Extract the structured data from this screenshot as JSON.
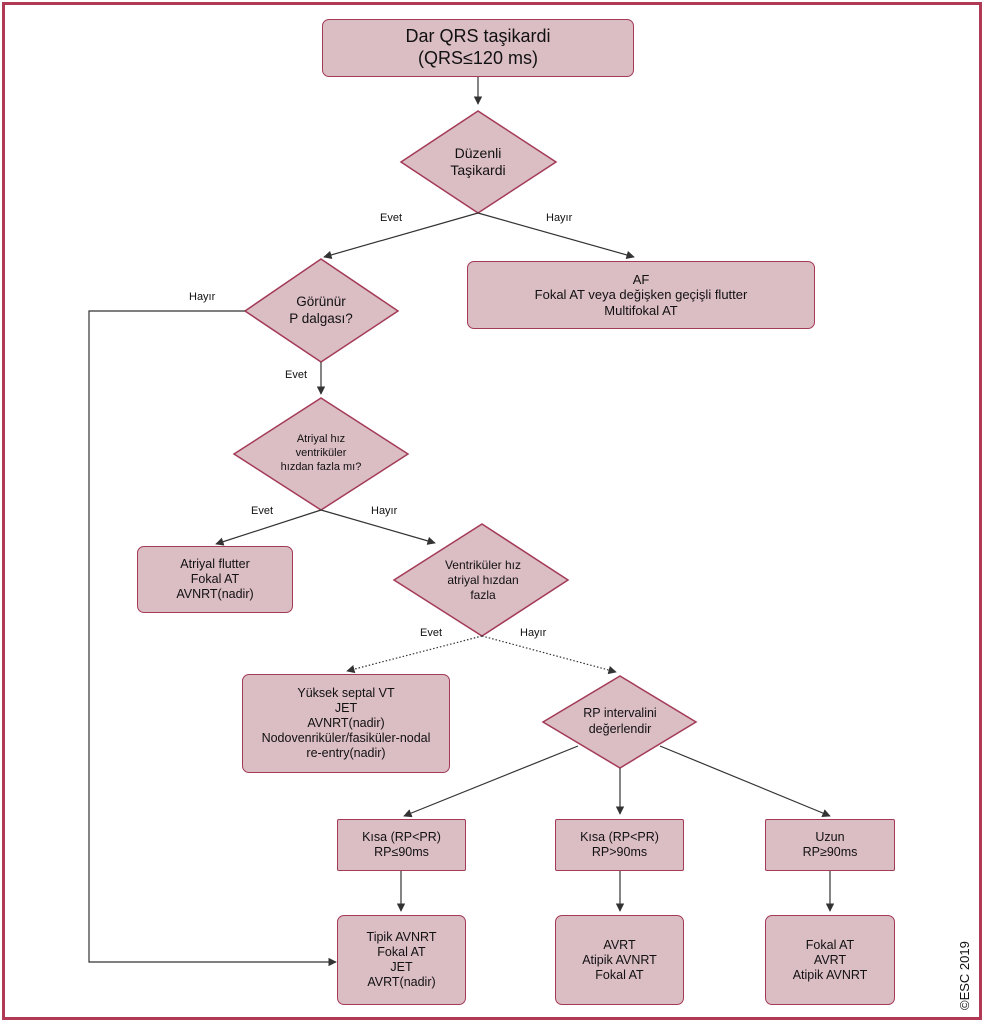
{
  "colors": {
    "fill": "#dbbdc4",
    "stroke": "#a33a57",
    "frame": "#b03a55",
    "line": "#333333"
  },
  "nodes": {
    "start": {
      "lines": [
        "Dar QRS taşikardi",
        "(QRS≤120 ms)"
      ]
    },
    "regular": {
      "lines": [
        "Düzenli",
        "Taşikardi"
      ]
    },
    "irregular": {
      "lines": [
        "AF",
        "Fokal AT veya değişken geçişli flutter",
        "Multifokal AT"
      ]
    },
    "pwave": {
      "lines": [
        "Görünür",
        "P dalgası?"
      ]
    },
    "atrialRate": {
      "lines": [
        "Atriyal hız",
        "ventriküler",
        "hızdan fazla mı?"
      ]
    },
    "flutter": {
      "lines": [
        "Atriyal flutter",
        "Fokal AT",
        "AVNRT(nadir)"
      ]
    },
    "ventRate": {
      "lines": [
        "Ventriküler hız",
        "atriyal hızdan",
        "fazla"
      ]
    },
    "septal": {
      "lines": [
        "Yüksek septal VT",
        "JET",
        "AVNRT(nadir)",
        "Nodovenriküler/fasiküler-nodal",
        "re-entry(nadir)"
      ]
    },
    "rpEval": {
      "lines": [
        "RP intervalini",
        "değerlendir"
      ]
    },
    "short1": {
      "lines": [
        "Kısa (RP<PR)",
        "RP≤90ms"
      ]
    },
    "short2": {
      "lines": [
        "Kısa (RP<PR)",
        "RP>90ms"
      ]
    },
    "long": {
      "lines": [
        "Uzun",
        "RP≥90ms"
      ]
    },
    "res1": {
      "lines": [
        "Tipik AVNRT",
        "Fokal AT",
        "JET",
        "AVRT(nadir)"
      ]
    },
    "res2": {
      "lines": [
        "AVRT",
        "Atipik AVNRT",
        "Fokal AT"
      ]
    },
    "res3": {
      "lines": [
        "Fokal AT",
        "AVRT",
        "Atipik AVNRT"
      ]
    }
  },
  "edges": {
    "regular_yes": "Evet",
    "regular_no": "Hayır",
    "pwave_no": "Hayır",
    "pwave_yes": "Evet",
    "atrial_yes": "Evet",
    "atrial_no": "Hayır",
    "vent_yes": "Evet",
    "vent_no": "Hayır"
  },
  "copyright": "©ESC 2019"
}
